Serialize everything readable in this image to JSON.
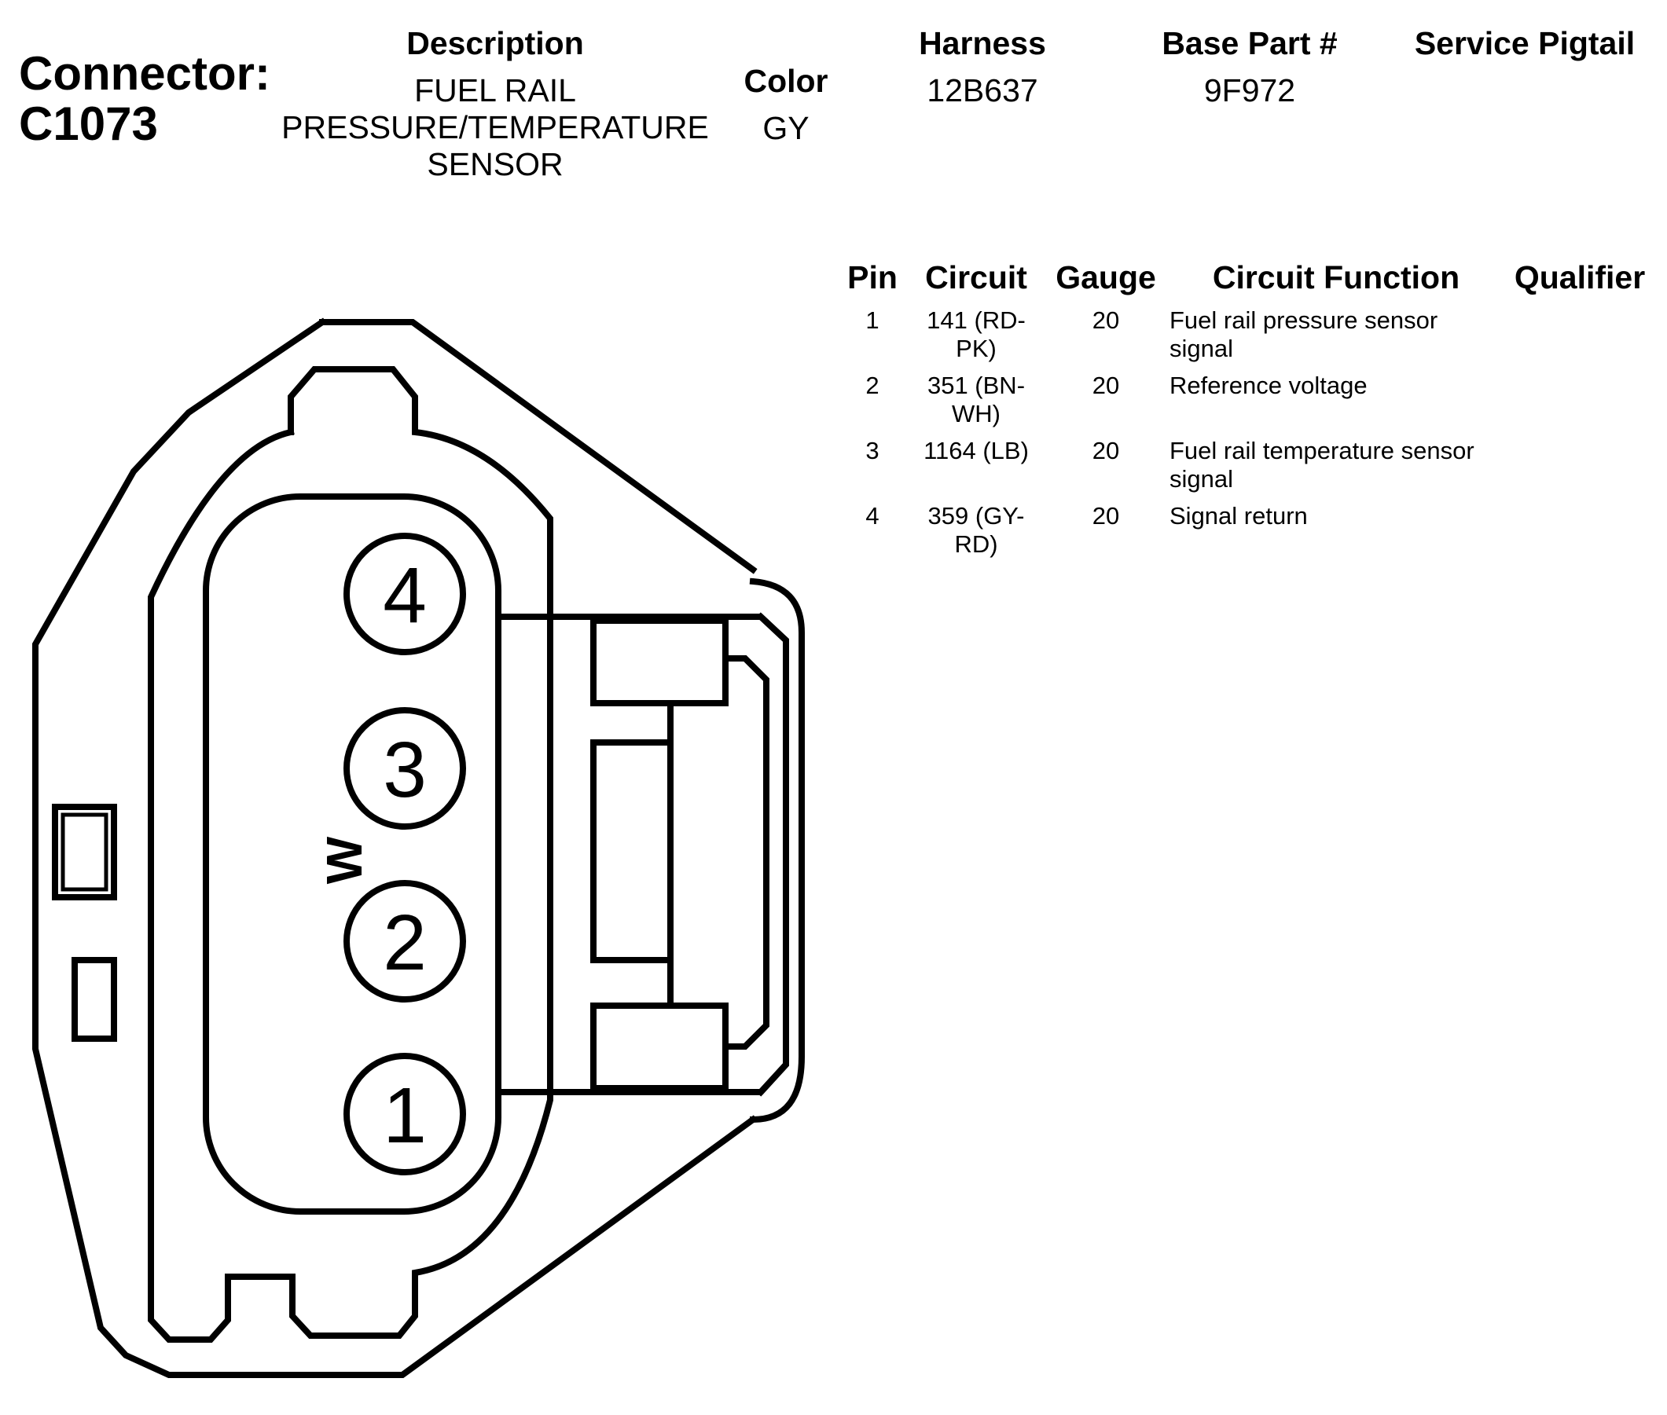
{
  "connector": {
    "label": "Connector:",
    "id": "C1073"
  },
  "header": {
    "description_label": "Description",
    "description_lines": [
      "FUEL RAIL",
      "PRESSURE/TEMPERATURE",
      "SENSOR"
    ],
    "color_label": "Color",
    "color_value": "GY",
    "harness_label": "Harness",
    "harness_value": "12B637",
    "base_part_label": "Base Part #",
    "base_part_value": "9F972",
    "service_pigtail_label": "Service Pigtail"
  },
  "table": {
    "headers": [
      "Pin",
      "Circuit",
      "Gauge",
      "Circuit Function",
      "Qualifier"
    ],
    "rows": [
      {
        "pin": "1",
        "circuit_lines": [
          "141 (RD-",
          "PK)"
        ],
        "gauge": "20",
        "function_lines": [
          "Fuel rail pressure sensor",
          "signal"
        ]
      },
      {
        "pin": "2",
        "circuit_lines": [
          "351 (BN-",
          "WH)"
        ],
        "gauge": "20",
        "function_lines": [
          "Reference voltage"
        ]
      },
      {
        "pin": "3",
        "circuit_lines": [
          "1164 (LB)"
        ],
        "gauge": "20",
        "function_lines": [
          "Fuel rail temperature sensor",
          "signal"
        ]
      },
      {
        "pin": "4",
        "circuit_lines": [
          "359 (GY-",
          "RD)"
        ],
        "gauge": "20",
        "function_lines": [
          "Signal return"
        ]
      }
    ]
  },
  "diagram": {
    "pin_labels": [
      "4",
      "3",
      "2",
      "1"
    ],
    "orientation_mark": "W"
  }
}
